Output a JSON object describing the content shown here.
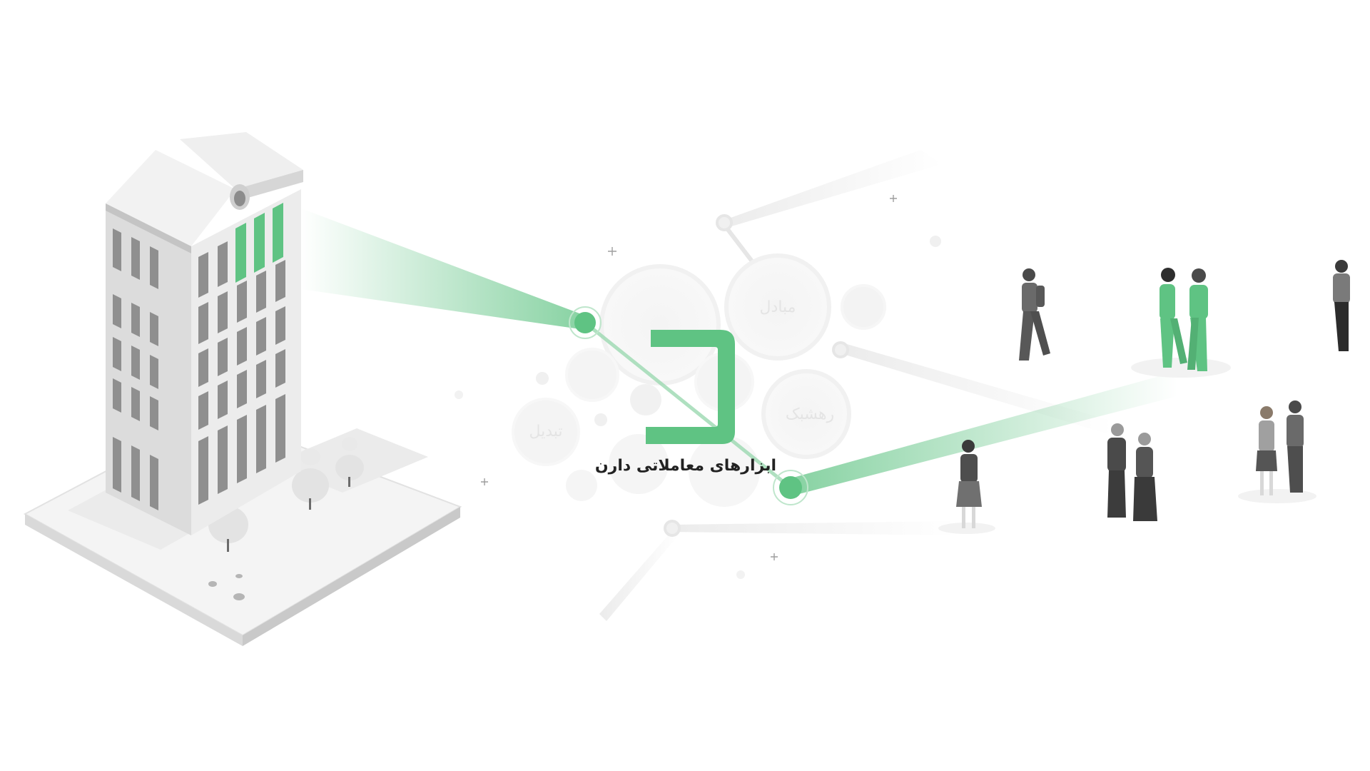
{
  "brand": {
    "caption": "ابزارهای معاملاتی دارن",
    "logo_glyph": "د",
    "accent_color": "#5fc383",
    "accent_light": "#c9ecd5"
  },
  "bubbles": {
    "exchange": "مبادل",
    "network": "رهشبک",
    "convert": "تبدیل"
  },
  "colors": {
    "building": "#e9e9e9",
    "building_dark": "#9a9a9a",
    "window": "#8f8f8f",
    "people_gray": "#5a5a5a",
    "people_green": "#5fc383"
  }
}
